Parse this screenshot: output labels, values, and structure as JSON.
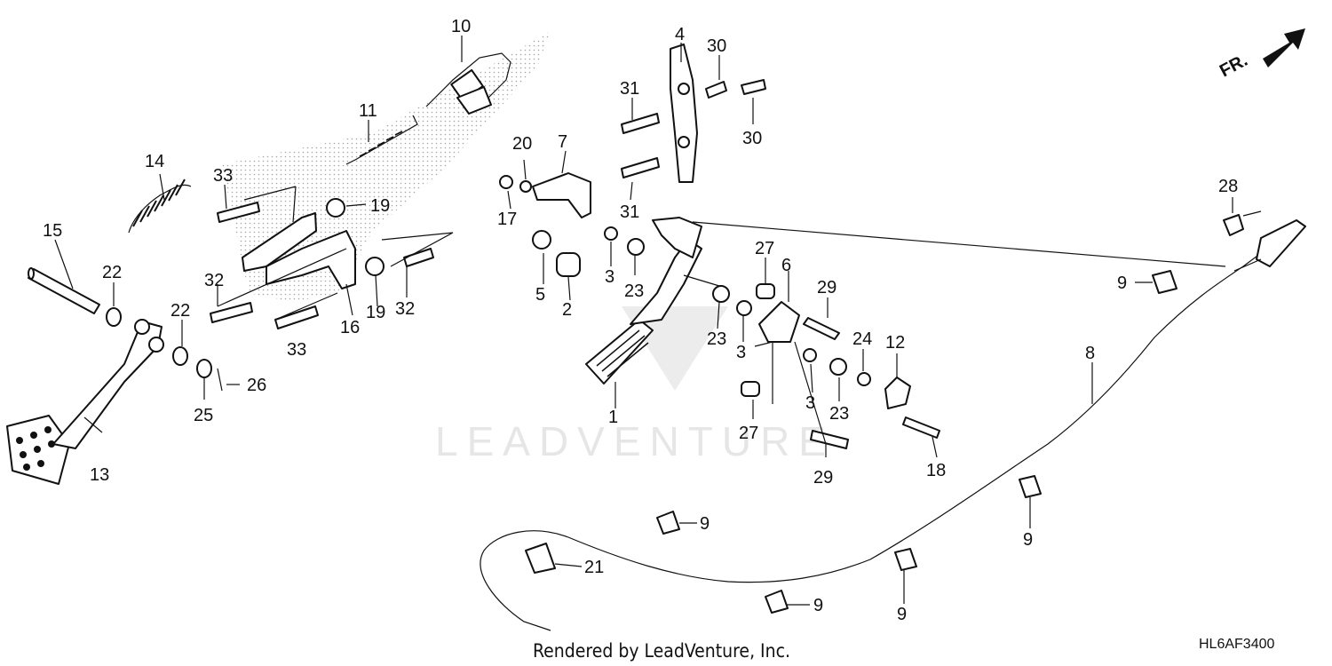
{
  "watermark": {
    "text": "LEADVENTURE"
  },
  "footer": {
    "rendered_by": "Rendered by LeadVenture, Inc.",
    "diagram_code": "HL6AF3400"
  },
  "direction": {
    "label": "FR."
  },
  "callouts": [
    {
      "id": "c1",
      "label": "1"
    },
    {
      "id": "c2",
      "label": "2"
    },
    {
      "id": "c3a",
      "label": "3"
    },
    {
      "id": "c3b",
      "label": "3"
    },
    {
      "id": "c3c",
      "label": "3"
    },
    {
      "id": "c4",
      "label": "4"
    },
    {
      "id": "c5",
      "label": "5"
    },
    {
      "id": "c6",
      "label": "6"
    },
    {
      "id": "c7",
      "label": "7"
    },
    {
      "id": "c8",
      "label": "8"
    },
    {
      "id": "c9a",
      "label": "9"
    },
    {
      "id": "c9b",
      "label": "9"
    },
    {
      "id": "c9c",
      "label": "9"
    },
    {
      "id": "c9d",
      "label": "9"
    },
    {
      "id": "c9e",
      "label": "9"
    },
    {
      "id": "c10",
      "label": "10"
    },
    {
      "id": "c11",
      "label": "11"
    },
    {
      "id": "c12",
      "label": "12"
    },
    {
      "id": "c13",
      "label": "13"
    },
    {
      "id": "c14",
      "label": "14"
    },
    {
      "id": "c15",
      "label": "15"
    },
    {
      "id": "c16",
      "label": "16"
    },
    {
      "id": "c17",
      "label": "17"
    },
    {
      "id": "c18",
      "label": "18"
    },
    {
      "id": "c19a",
      "label": "19"
    },
    {
      "id": "c19b",
      "label": "19"
    },
    {
      "id": "c20",
      "label": "20"
    },
    {
      "id": "c21",
      "label": "21"
    },
    {
      "id": "c22a",
      "label": "22"
    },
    {
      "id": "c22b",
      "label": "22"
    },
    {
      "id": "c23a",
      "label": "23"
    },
    {
      "id": "c23b",
      "label": "23"
    },
    {
      "id": "c23c",
      "label": "23"
    },
    {
      "id": "c24",
      "label": "24"
    },
    {
      "id": "c25",
      "label": "25"
    },
    {
      "id": "c26",
      "label": "26"
    },
    {
      "id": "c27a",
      "label": "27"
    },
    {
      "id": "c27b",
      "label": "27"
    },
    {
      "id": "c28",
      "label": "28"
    },
    {
      "id": "c29a",
      "label": "29"
    },
    {
      "id": "c29b",
      "label": "29"
    },
    {
      "id": "c30a",
      "label": "30"
    },
    {
      "id": "c30b",
      "label": "30"
    },
    {
      "id": "c31a",
      "label": "31"
    },
    {
      "id": "c31b",
      "label": "31"
    },
    {
      "id": "c32a",
      "label": "32"
    },
    {
      "id": "c32b",
      "label": "32"
    },
    {
      "id": "c33a",
      "label": "33"
    },
    {
      "id": "c33b",
      "label": "33"
    }
  ]
}
